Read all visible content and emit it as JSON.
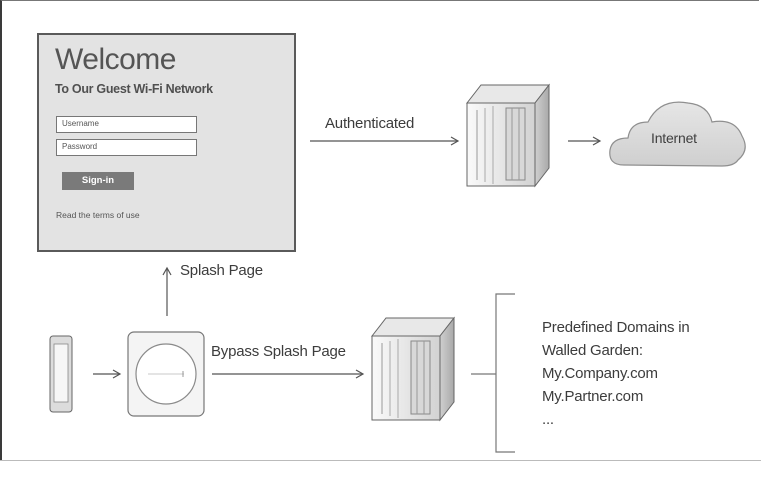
{
  "splash_form": {
    "welcome": "Welcome",
    "subtitle": "To Our Guest Wi-Fi Network",
    "username_placeholder": "Username",
    "password_placeholder": "Password",
    "signin_label": "Sign-in",
    "terms_text": "Read the terms of use"
  },
  "labels": {
    "authenticated": "Authenticated",
    "internet": "Internet",
    "splash_page": "Splash Page",
    "bypass_splash_page": "Bypass Splash Page"
  },
  "walled_garden": {
    "lines": [
      "Predefined Domains in",
      "Walled Garden:",
      "My.Company.com",
      "My.Partner.com",
      "..."
    ]
  }
}
